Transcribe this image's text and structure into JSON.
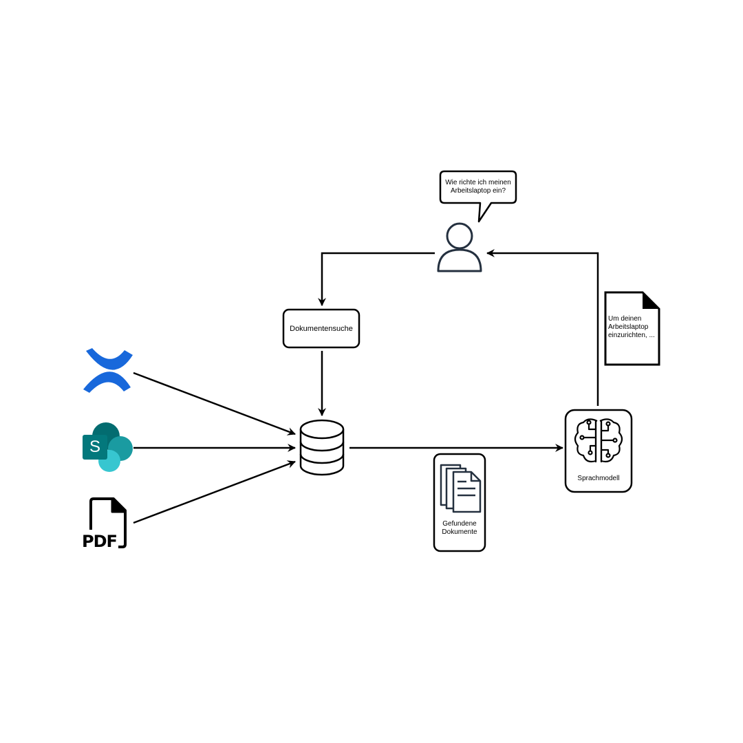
{
  "question": {
    "line1": "Wie richte ich meinen",
    "line2": "Arbeitslaptop ein?"
  },
  "search": {
    "label": "Dokumentensuche"
  },
  "found_docs": {
    "line1": "Gefundene",
    "line2": "Dokumente"
  },
  "model": {
    "label": "Sprachmodell"
  },
  "answer": {
    "line1": "Um deinen",
    "line2": "Arbeitslaptop",
    "line3": "einzurichten, ..."
  },
  "sources": {
    "pdf_label": "PDF",
    "confluence_icon": "confluence-icon",
    "sharepoint_icon": "sharepoint-icon",
    "sharepoint_letter": "S",
    "pdf_icon": "pdf-icon"
  },
  "colors": {
    "stroke": "#000000",
    "user": "#24303f",
    "confluence_blue": "#1868db",
    "sharepoint_dark": "#036c70",
    "sharepoint_mid": "#1a9ba1",
    "sharepoint_light": "#37c6d0"
  }
}
